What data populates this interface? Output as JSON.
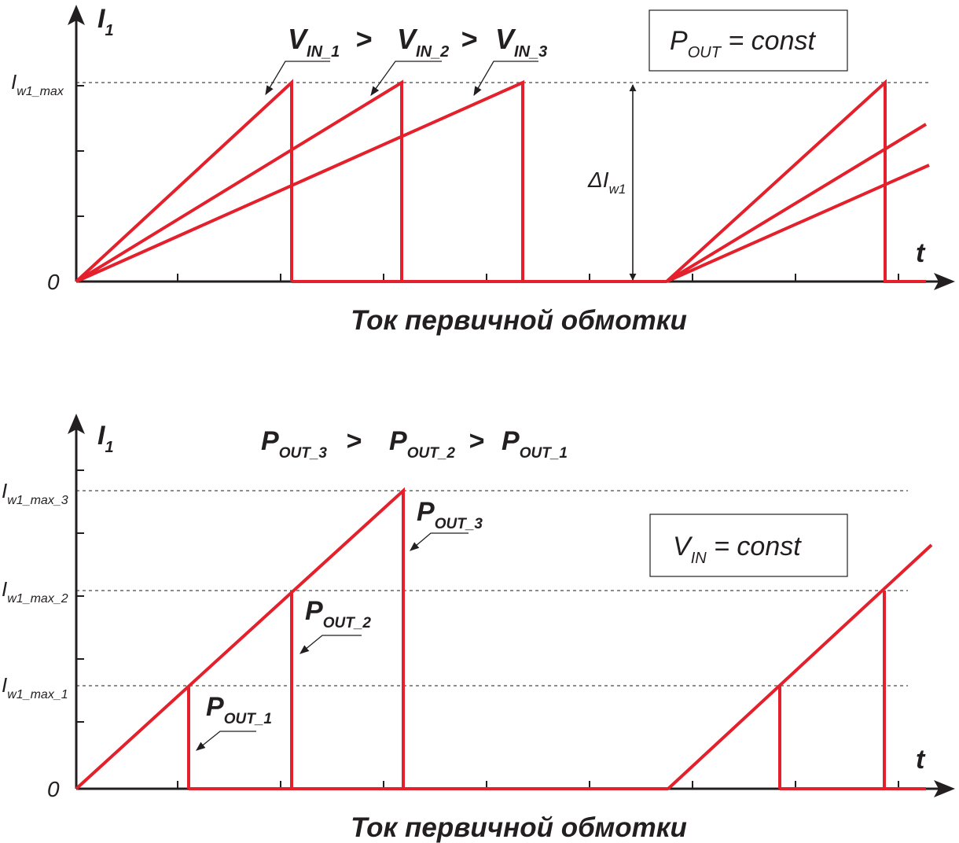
{
  "top": {
    "y_axis_label": "I",
    "y_axis_sub": "1",
    "x_axis_label": "t",
    "origin_label": "0",
    "ymax_label": "I",
    "ymax_sub": "w1_max",
    "delta_label": "ΔI",
    "delta_sub": "w1",
    "comparison": {
      "v1": "V",
      "v1_sub": "IN_1",
      "gt1": ">",
      "v2": "V",
      "v2_sub": "IN_2",
      "gt2": ">",
      "v3": "V",
      "v3_sub": "IN_3"
    },
    "box": {
      "main": "P",
      "sub": "OUT",
      "rest": " = const"
    },
    "caption": "Ток первичной обмотки"
  },
  "bottom": {
    "y_axis_label": "I",
    "y_axis_sub": "1",
    "x_axis_label": "t",
    "origin_label": "0",
    "levels": [
      {
        "main": "I",
        "sub": "w1_max_3"
      },
      {
        "main": "I",
        "sub": "w1_max_2"
      },
      {
        "main": "I",
        "sub": "w1_max_1"
      }
    ],
    "comparison": {
      "p1": "P",
      "p1_sub": "OUT_3",
      "gt1": ">",
      "p2": "P",
      "p2_sub": "OUT_2",
      "gt2": ">",
      "p3": "P",
      "p3_sub": "OUT_1"
    },
    "markers": [
      {
        "main": "P",
        "sub": "OUT_3"
      },
      {
        "main": "P",
        "sub": "OUT_2"
      },
      {
        "main": "P",
        "sub": "OUT_1"
      }
    ],
    "box": {
      "main": "V",
      "sub": "IN",
      "rest": " = const"
    },
    "caption": "Ток первичной обмотки"
  },
  "colors": {
    "trace": "#e3202b",
    "axis": "#231f20",
    "grid": "#666666"
  }
}
